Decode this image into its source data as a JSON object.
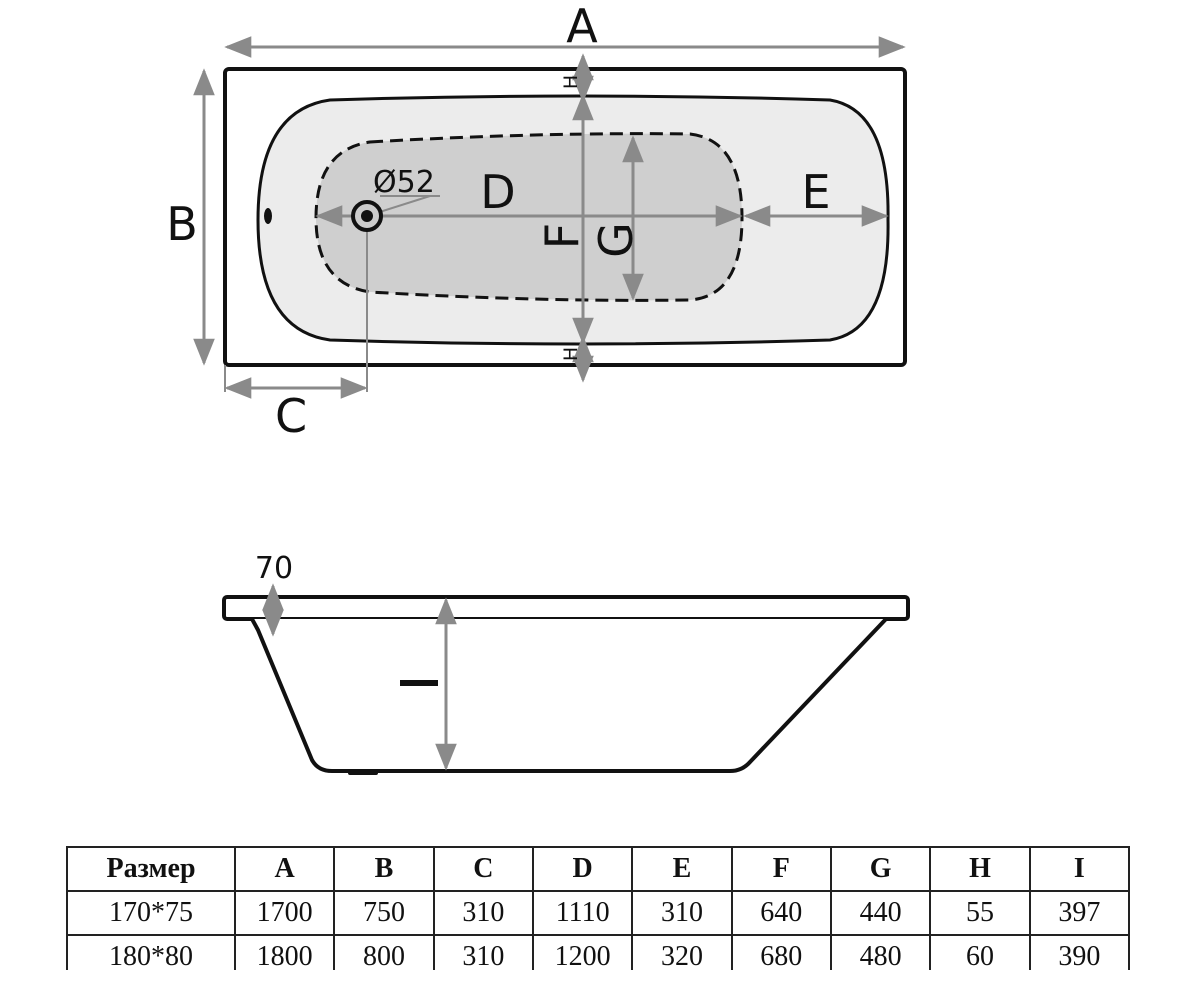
{
  "diagram": {
    "top_view": {
      "labels": {
        "A": "A",
        "B": "B",
        "C": "C",
        "D": "D",
        "E": "E",
        "F": "F",
        "G": "G",
        "H": "H",
        "drain": "Ø52"
      }
    },
    "side_view": {
      "labels": {
        "rim": "70",
        "I": "I"
      }
    }
  },
  "table": {
    "headers": [
      "Размер",
      "A",
      "B",
      "C",
      "D",
      "E",
      "F",
      "G",
      "H",
      "I"
    ],
    "rows": [
      [
        "170*75",
        "1700",
        "750",
        "310",
        "1110",
        "310",
        "640",
        "440",
        "55",
        "397"
      ],
      [
        "180*80",
        "1800",
        "800",
        "310",
        "1200",
        "320",
        "680",
        "480",
        "60",
        "390"
      ]
    ]
  },
  "colors": {
    "outline": "#111111",
    "dimension_line": "#8a8a8a",
    "bowl_fill": "#ececec",
    "basin_fill": "#cfcfcf"
  }
}
